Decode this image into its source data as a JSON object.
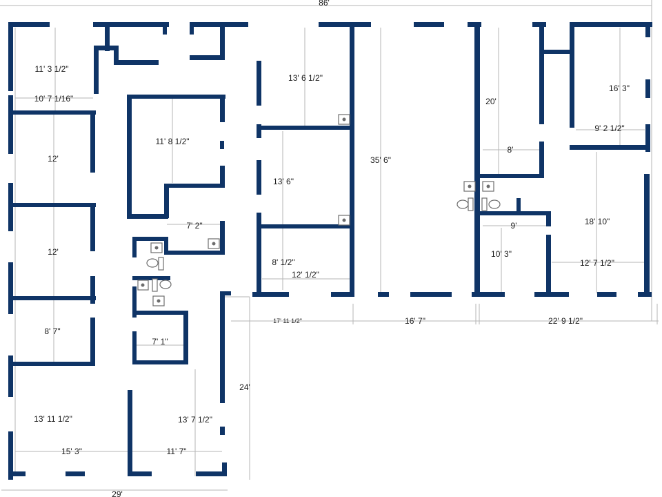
{
  "plan": {
    "colors": {
      "wall": "#0f3466",
      "dimension_line": "#b5b5b5",
      "text": "#1b1b1b"
    },
    "overall": {
      "width_top": "86'",
      "width_bottom_left": "29'"
    },
    "left_wing": {
      "rooms": [
        "11' 3 1/2\"",
        "10' 7 1/16\"",
        "12'",
        "12'",
        "8' 7\"",
        "13' 11 1/2\"",
        "15' 3\""
      ]
    },
    "center_block": {
      "rooms": [
        "11' 8 1/2\"",
        "7' 2\"",
        "7' 1\"",
        "13' 7 1/2\"",
        "11' 7\"",
        "24'"
      ]
    },
    "middle_block": {
      "rooms": [
        "13' 6 1/2\"",
        "13' 6\"",
        "8' 1/2\"",
        "12' 1/2\"",
        "35' 6\""
      ],
      "bottom_dims": [
        "17' 11 1/2\"",
        "16' 7\""
      ]
    },
    "right_block": {
      "rooms": [
        "20'",
        "8'",
        "16' 3\"",
        "9' 2 1/2\"",
        "18' 10\"",
        "9'",
        "10' 3\"",
        "12' 7 1/2\""
      ],
      "bottom_dim": "22' 9 1/2\""
    },
    "fixtures": [
      "sink-icon",
      "toilet-icon"
    ]
  }
}
